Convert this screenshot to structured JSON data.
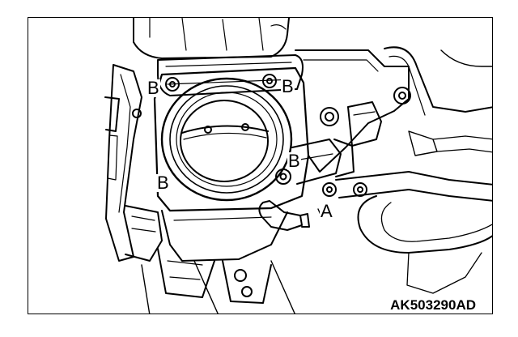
{
  "callouts": {
    "b1": "B",
    "b2": "B",
    "b3": "B",
    "b4": "B",
    "a": "A"
  },
  "figure_code": "AK503290AD"
}
